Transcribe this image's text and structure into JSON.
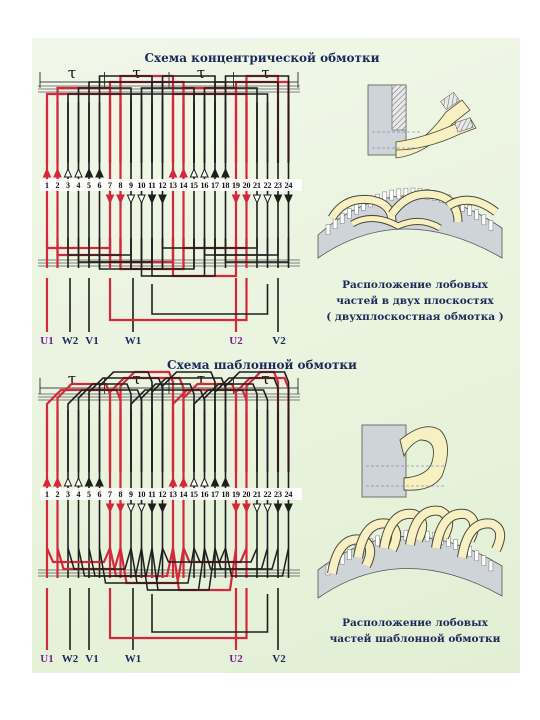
{
  "top": {
    "title": "Схема  концентрической  обмотки",
    "pole_label": "τ",
    "slots": [
      "1",
      "2",
      "3",
      "4",
      "5",
      "6",
      "7",
      "8",
      "9",
      "10",
      "11",
      "12",
      "13",
      "14",
      "15",
      "16",
      "17",
      "18",
      "19",
      "20",
      "21",
      "22",
      "23",
      "24"
    ],
    "terminals": [
      {
        "label": "U1",
        "color": "#7a1f9a"
      },
      {
        "label": "W2",
        "color": "#1a2a5a"
      },
      {
        "label": "V1",
        "color": "#1a2a5a"
      },
      {
        "label": "W1",
        "color": "#1a2a5a"
      },
      {
        "label": "U2",
        "color": "#7a1f9a"
      },
      {
        "label": "V2",
        "color": "#1a2a5a"
      }
    ],
    "caption": [
      "Расположение  лобовых",
      "частей  в  двух  плоскостях",
      "( двухплоскостная  обмотка )"
    ]
  },
  "bottom": {
    "title": "Схема  шаблонной  обмотки",
    "pole_label": "τ",
    "slots": [
      "1",
      "2",
      "3",
      "4",
      "5",
      "6",
      "7",
      "8",
      "9",
      "10",
      "11",
      "12",
      "13",
      "14",
      "15",
      "16",
      "17",
      "18",
      "19",
      "20",
      "21",
      "22",
      "23",
      "24"
    ],
    "terminals": [
      {
        "label": "U1",
        "color": "#7a1f9a"
      },
      {
        "label": "W2",
        "color": "#1a2a5a"
      },
      {
        "label": "V1",
        "color": "#1a2a5a"
      },
      {
        "label": "W1",
        "color": "#1a2a5a"
      },
      {
        "label": "U2",
        "color": "#7a1f9a"
      },
      {
        "label": "V2",
        "color": "#1a2a5a"
      }
    ],
    "caption": [
      "Расположение  лобовых",
      "частей  шаблонной  обмотки"
    ]
  },
  "colors": {
    "phase_u": "#d4283b",
    "phase_other": "#1e1e1e",
    "coil_fill": "#f6f0c2",
    "coil_stroke": "#4a4a3a",
    "core": "#cfd4d8",
    "tooth": "#ffffff"
  }
}
